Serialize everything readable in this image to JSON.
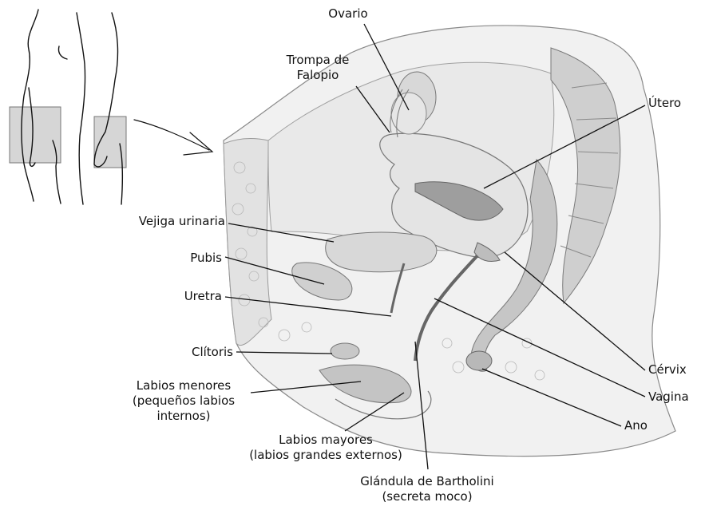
{
  "labels": {
    "ovario": "Ovario",
    "trompa_1": "Trompa de",
    "trompa_2": "Falopio",
    "utero": "Útero",
    "vejiga": "Vejiga urinaria",
    "pubis": "Pubis",
    "uretra": "Uretra",
    "clitoris": "Clítoris",
    "labios_menores_1": "Labios menores",
    "labios_menores_2": "(pequeños labios",
    "labios_menores_3": "internos)",
    "labios_mayores_1": "Labios mayores",
    "labios_mayores_2": "(labios grandes externos)",
    "bartholini_1": "Glándula de Bartholini",
    "bartholini_2": "(secreta moco)",
    "cervix": "Cérvix",
    "vagina": "Vagina",
    "ano": "Ano"
  },
  "colors": {
    "line": "#111111",
    "tissue_light": "#eeeeee",
    "tissue_mid": "#d4d4d4",
    "tissue_dark": "#9a9a9a",
    "inset_box": "#cfcfcf"
  }
}
